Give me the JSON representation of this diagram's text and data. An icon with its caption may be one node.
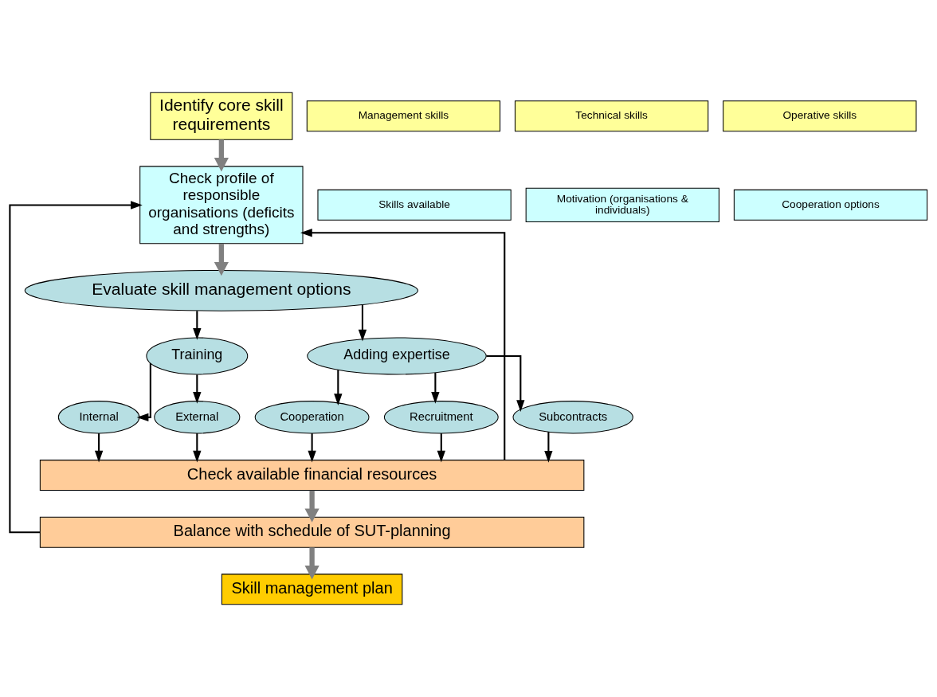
{
  "diagram": {
    "nodes": [
      {
        "text": [
          "Identify core skill requirements"
        ]
      },
      {
        "text": [
          "Management skills"
        ]
      },
      {
        "text": [
          "Technical skills"
        ]
      },
      {
        "text": [
          "Operative skills"
        ]
      },
      {
        "text": [
          "Check profile of responsible organisations (deficits and strengths)"
        ]
      },
      {
        "text": [
          "Skills available"
        ]
      },
      {
        "text": [
          "Motivation (organisations & individuals)"
        ]
      },
      {
        "text": [
          "Cooperation options"
        ]
      },
      {
        "text": [
          "Evaluate skill management options"
        ]
      },
      {
        "text": [
          "Training"
        ]
      },
      {
        "text": [
          "Adding expertise"
        ]
      },
      {
        "text": [
          "Internal"
        ]
      },
      {
        "text": [
          "External"
        ]
      },
      {
        "text": [
          "Cooperation"
        ]
      },
      {
        "text": [
          "Recruitment"
        ]
      },
      {
        "text": [
          "Subcontracts"
        ]
      },
      {
        "text": [
          "Check available financial resources"
        ]
      },
      {
        "text": [
          "Balance with schedule of SUT-planning"
        ]
      },
      {
        "text": [
          "Skill management plan"
        ]
      }
    ],
    "edges": [
      {
        "from": 0,
        "to": 4,
        "arrow": "to",
        "style": "thick",
        "color": "#808080"
      },
      {
        "from": 4,
        "to": 8,
        "arrow": "to",
        "style": "thick",
        "color": "#808080"
      },
      {
        "from": 8,
        "to": 9,
        "arrow": "to"
      },
      {
        "from": 8,
        "to": 10,
        "arrow": "to"
      },
      {
        "from": 9,
        "to": 11,
        "arrow": "to"
      },
      {
        "from": 9,
        "to": 12,
        "arrow": "to"
      },
      {
        "from": 10,
        "to": 13,
        "arrow": "to"
      },
      {
        "from": 10,
        "to": 14,
        "arrow": "to"
      },
      {
        "from": 10,
        "to": 15,
        "arrow": "to"
      },
      {
        "from": 11,
        "to": 16,
        "arrow": "to"
      },
      {
        "from": 12,
        "to": 16,
        "arrow": "to"
      },
      {
        "from": 13,
        "to": 16,
        "arrow": "to"
      },
      {
        "from": 14,
        "to": 16,
        "arrow": "to"
      },
      {
        "from": 15,
        "to": 16,
        "arrow": "to"
      },
      {
        "from": 16,
        "to": 17,
        "arrow": "to",
        "style": "thick",
        "color": "#808080"
      },
      {
        "from": 17,
        "to": 18,
        "arrow": "to",
        "style": "thick",
        "color": "#808080"
      },
      {
        "from": 16,
        "to": 4,
        "arrow": "to"
      },
      {
        "from": 17,
        "to": 4,
        "arrow": "to"
      }
    ]
  }
}
